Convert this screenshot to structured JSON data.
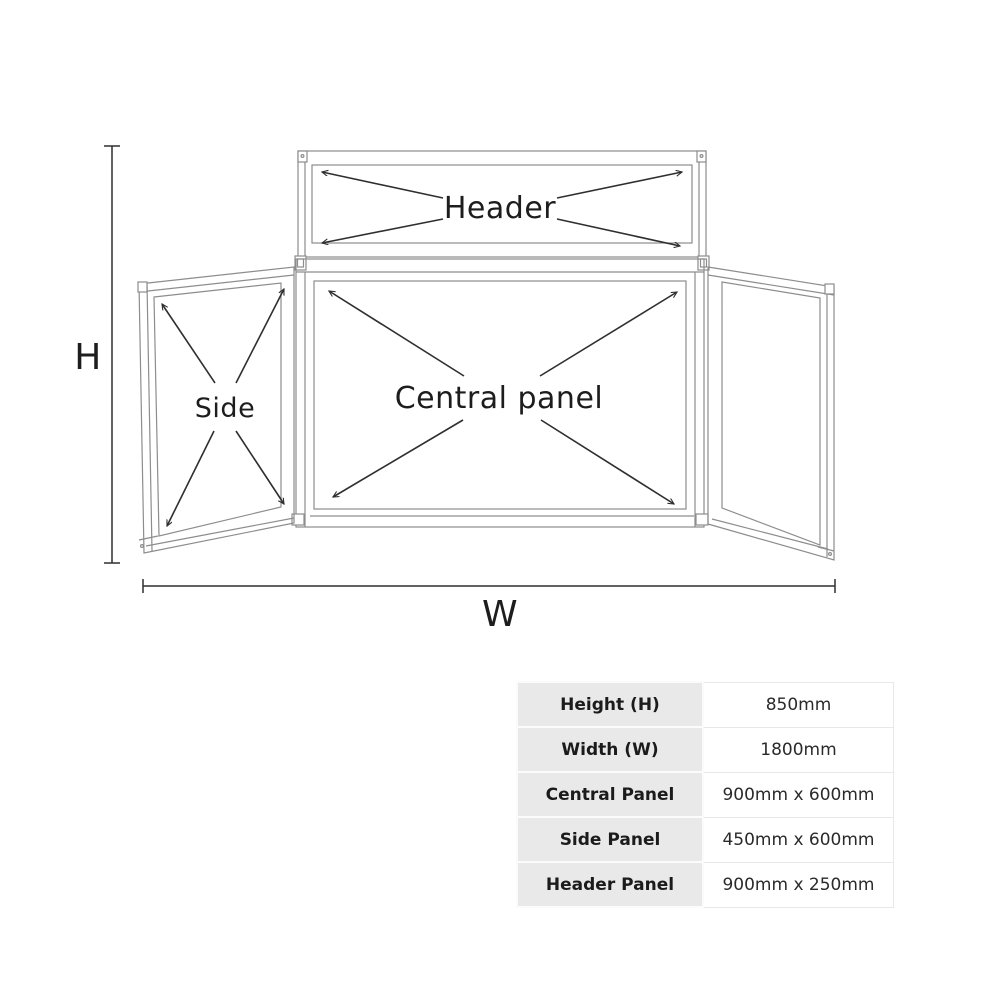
{
  "diagram": {
    "labels": {
      "header": "Header",
      "central": "Central panel",
      "side": "Side",
      "height": "H",
      "width": "W"
    },
    "colors": {
      "frame_line": "#8d8d8d",
      "arrow_line": "#2f2f2f",
      "label_text": "#1d1d1d"
    }
  },
  "spec_table": {
    "colors": {
      "label_cell_bg": "#e9e9e9",
      "value_cell_bg": "#ffffff",
      "value_cell_border": "#e8e8e8"
    },
    "rows": [
      {
        "label": "Height (H)",
        "value": "850mm"
      },
      {
        "label": "Width (W)",
        "value": "1800mm"
      },
      {
        "label": "Central Panel",
        "value": "900mm x 600mm"
      },
      {
        "label": "Side Panel",
        "value": "450mm x 600mm"
      },
      {
        "label": "Header Panel",
        "value": "900mm x 250mm"
      }
    ]
  }
}
